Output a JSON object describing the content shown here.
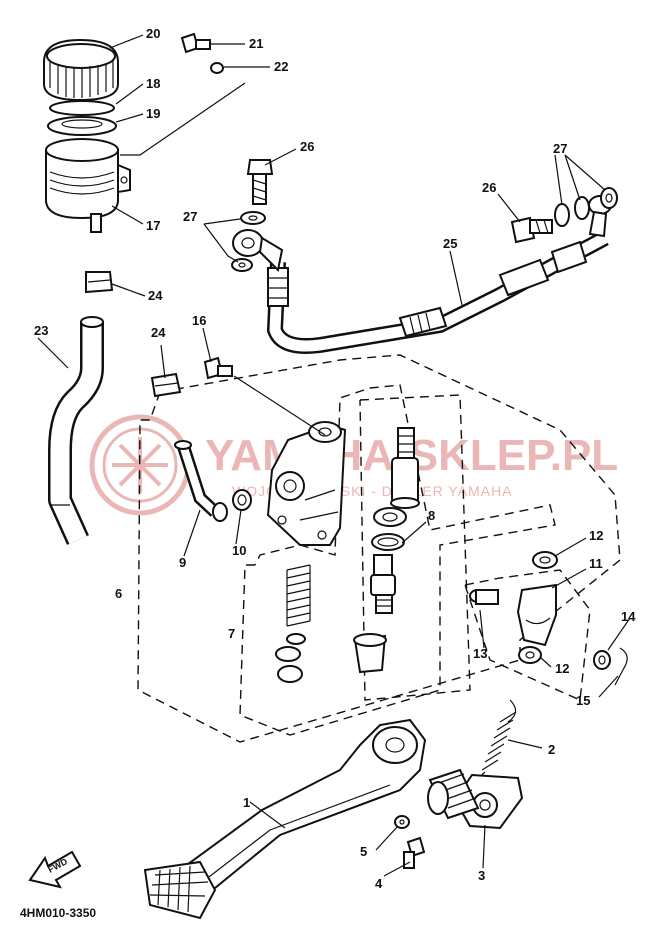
{
  "diagram": {
    "drawing_code": "4HM010-3350",
    "direction_badge": "FWD",
    "watermark": {
      "title": "YAMAHA-SKLEP.PL",
      "subtitle": "WOJCIECHOWSKI - DEALER YAMAHA",
      "color": "#ebb6b6"
    },
    "callouts": [
      "1",
      "2",
      "3",
      "4",
      "5",
      "6",
      "7",
      "8",
      "9",
      "10",
      "11",
      "12",
      "12",
      "13",
      "14",
      "15",
      "16",
      "17",
      "18",
      "19",
      "20",
      "21",
      "22",
      "23",
      "24",
      "24",
      "25",
      "26",
      "26",
      "27",
      "27"
    ]
  }
}
